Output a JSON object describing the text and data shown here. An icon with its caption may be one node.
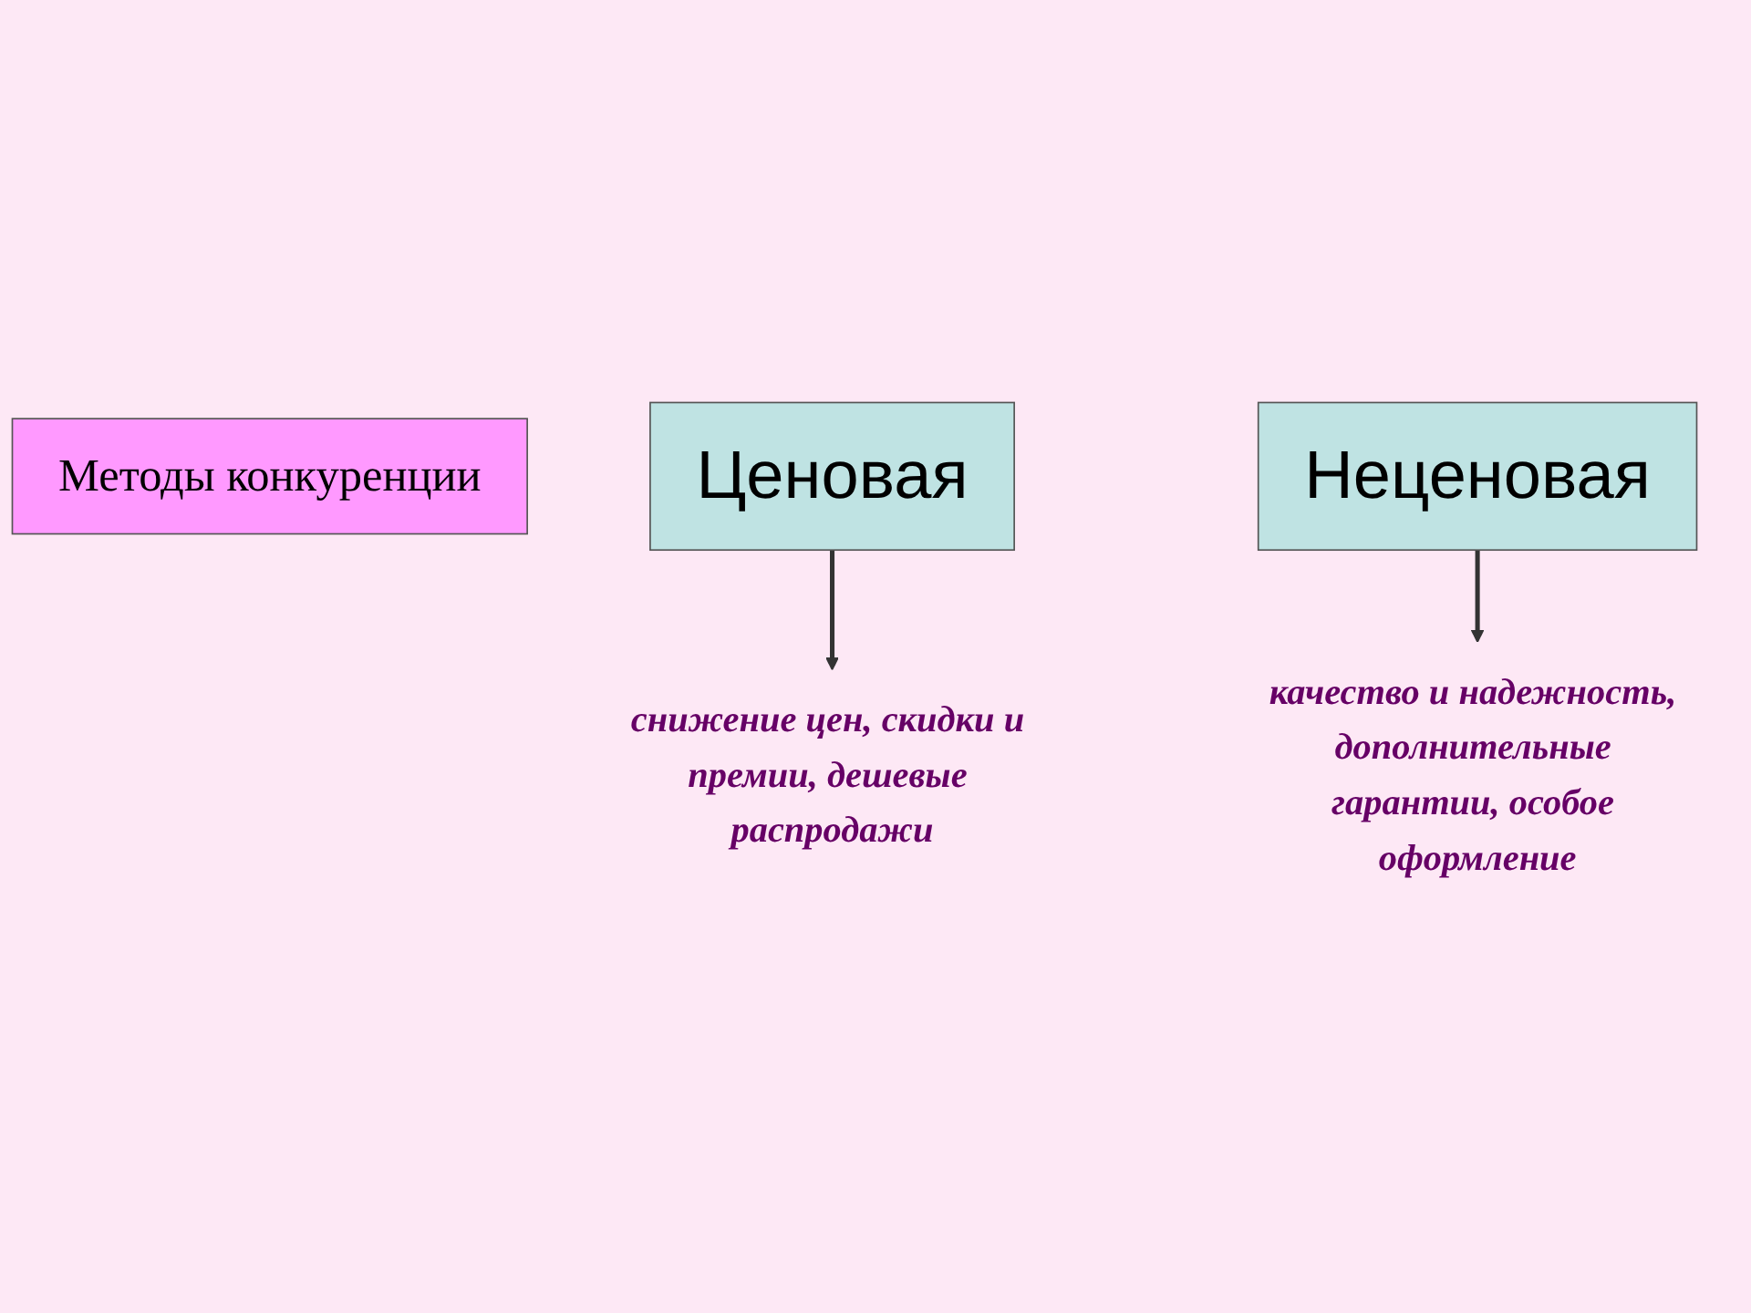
{
  "diagram": {
    "nodes": [
      {
        "text": [
          "Методы конкуренции"
        ]
      },
      {
        "text": [
          "Ценовая"
        ]
      },
      {
        "text": [
          "Неценовая"
        ]
      },
      {
        "text": [
          "снижение цен, скидки и премии, дешевые распродажи"
        ]
      },
      {
        "text": [
          "качество и надежность, дополнительные гарантии, особое оформление"
        ]
      }
    ],
    "edges": [
      {
        "from": 1,
        "to": 3,
        "arrow": "to"
      },
      {
        "from": 2,
        "to": 4,
        "arrow": "to"
      }
    ]
  }
}
